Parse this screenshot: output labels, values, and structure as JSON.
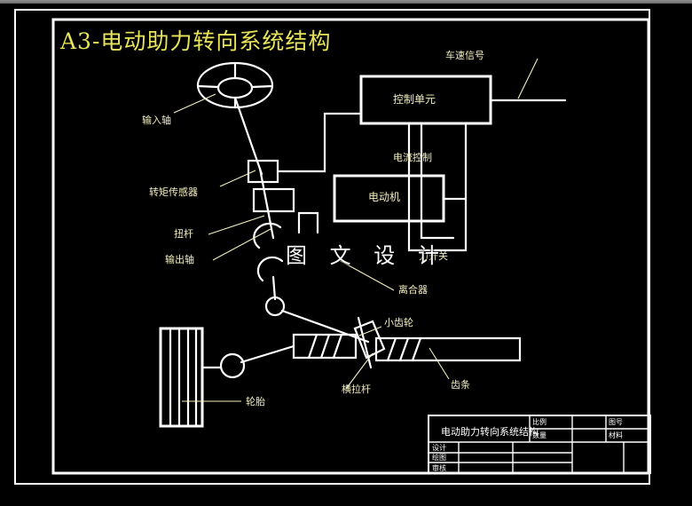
{
  "document": {
    "title": "A3-电动助力转向系统结构",
    "watermark": "图 文 设 计",
    "background_color": "#000000",
    "line_color": "#ffffff",
    "label_color": "#f2efc0",
    "title_color": "#e8e45a"
  },
  "labels": {
    "input_shaft": "输入轴",
    "torque_sensor": "转矩传感器",
    "torsion_bar": "扭杆",
    "output_shaft": "输出轴",
    "control_unit": "控制单元",
    "vehicle_speed_signal": "车速信号",
    "current_control": "电流控制",
    "motor": "电动机",
    "power_switch": "力开关",
    "clutch": "离合器",
    "pinion": "小齿轮",
    "rack": "齿条",
    "tie_rod": "横拉杆",
    "tire": "轮胎"
  },
  "title_block": {
    "drawing_name": "电动助力转向系统结构",
    "rows": [
      "设计",
      "绘图",
      "审核"
    ],
    "fields": [
      {
        "label": "比例",
        "value": ""
      },
      {
        "label": "图号",
        "value": ""
      },
      {
        "label": "数量",
        "value": ""
      },
      {
        "label": "材料",
        "value": ""
      }
    ]
  }
}
